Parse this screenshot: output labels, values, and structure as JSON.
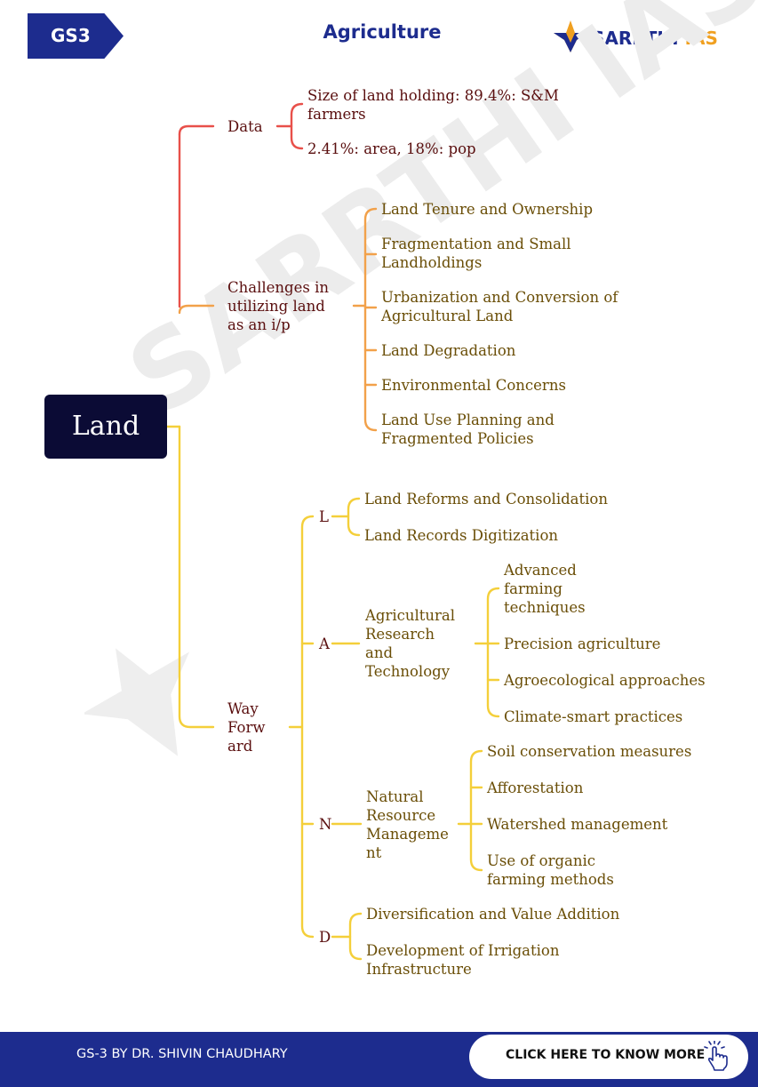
{
  "header": {
    "badge": "GS3",
    "title": "Agriculture",
    "brand_main": "SARRTHI",
    "brand_accent": "IAS",
    "brand_logo_icon": "star-logo-icon"
  },
  "watermark": "SARRTHI IAS",
  "mindmap": {
    "root": "Land",
    "data": {
      "label": "Data",
      "items": [
        "Size of land holding: 89.4%: S&M",
        "farmers",
        "2.41%: area, 18%: pop"
      ]
    },
    "challenges": {
      "label": [
        "Challenges in",
        "utilizing land",
        "as an i/p"
      ],
      "items": [
        [
          "Land Tenure and Ownership"
        ],
        [
          "Fragmentation and Small",
          "Landholdings"
        ],
        [
          "Urbanization and Conversion of",
          "Agricultural Land"
        ],
        [
          "Land Degradation"
        ],
        [
          "Environmental Concerns"
        ],
        [
          "Land Use Planning and",
          "Fragmented Policies"
        ]
      ]
    },
    "way_forward": {
      "label": [
        "Way",
        "Forw",
        "ard"
      ],
      "L": {
        "letter": "L",
        "items": [
          "Land Reforms and Consolidation",
          "Land Records Digitization"
        ]
      },
      "A": {
        "letter": "A",
        "label": [
          "Agricultural",
          "Research",
          "and",
          "Technology"
        ],
        "items": [
          [
            "Advanced",
            "farming",
            "techniques"
          ],
          [
            "Precision agriculture"
          ],
          [
            "Agroecological approaches"
          ],
          [
            "Climate-smart practices"
          ]
        ]
      },
      "N": {
        "letter": "N",
        "label": [
          "Natural",
          "Resource",
          "Manageme",
          "nt"
        ],
        "items": [
          [
            "Soil conservation measures"
          ],
          [
            "Afforestation"
          ],
          [
            "Watershed management"
          ],
          [
            "Use of organic",
            "farming methods"
          ]
        ]
      },
      "D": {
        "letter": "D",
        "items": [
          [
            "Diversification and Value Addition"
          ],
          [
            "Development of Irrigation",
            "Infrastructure"
          ]
        ]
      }
    }
  },
  "footer": {
    "author": "GS-3 BY DR. SHIVIN CHAUDHARY",
    "cta_label": "CLICK HERE TO KNOW MORE",
    "cta_icon": "pointer-hand-icon"
  },
  "colors": {
    "navy": "#1d2c8e",
    "root_bg": "#0b0b35",
    "red_branch": "#e8504a",
    "orange_branch": "#f2a14a",
    "yellow_branch": "#f4cf3a",
    "dark_text": "#5a0f0f",
    "gold_text": "#6a4e07"
  }
}
